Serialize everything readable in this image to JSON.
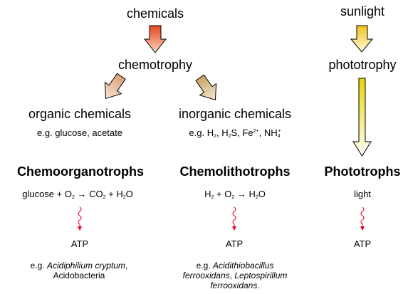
{
  "chemicals": "chemicals",
  "chemotrophy": "chemotrophy",
  "sunlight": "sunlight",
  "phototrophy": "phototrophy",
  "organic": {
    "title": "organic chemicals",
    "example": "e.g. glucose, acetate"
  },
  "inorganic": {
    "title": "inorganic chemicals",
    "example_prefix": "e.g. H",
    "h2_sub": "2",
    "h2s_h": ", H",
    "h2s_sub": "2",
    "h2s_s": "S, Fe",
    "fe_sup": "2+",
    "nh": ", NH",
    "nh_sub": "4",
    "nh_sup": "+"
  },
  "chemoorganotrophs": {
    "title": "Chemoorganotrophs",
    "eq": [
      "glucose + O",
      "2",
      " → CO",
      "2",
      " + H",
      "2",
      "O"
    ],
    "atp": "ATP",
    "example_prefix": "e.g. ",
    "example_species": "Acidiphilium cryptum",
    "example_suffix": ",",
    "example_line2": "Acidobacteria"
  },
  "chemolithotrophs": {
    "title": "Chemolithotrophs",
    "eq": [
      "H",
      "2",
      " + O",
      "2",
      " → H",
      "2",
      "O"
    ],
    "atp": "ATP",
    "example_prefix": "e.g. ",
    "example_line1": "Acidithiobacillus",
    "example_line2a": "ferrooxidans",
    "example_line2b": ", ",
    "example_line2c": "Leptospirillum",
    "example_line3": "ferrooxidans."
  },
  "phototrophs": {
    "title": "Phototrophs",
    "source": "light",
    "atp": "ATP"
  },
  "colors": {
    "orange_top": "#f5a07a",
    "orange_bottom": "#e2481d",
    "tan_top": "#f8dcc4",
    "tan_bottom": "#c8855a",
    "khaki_top": "#f3e6c0",
    "khaki_bottom": "#c49a5a",
    "yellow_top": "#fff7c8",
    "yellow_bottom": "#f0c020",
    "long_top": "#e8dc00",
    "long_bottom": "#ffffff",
    "squiggle": "#e8001c"
  }
}
